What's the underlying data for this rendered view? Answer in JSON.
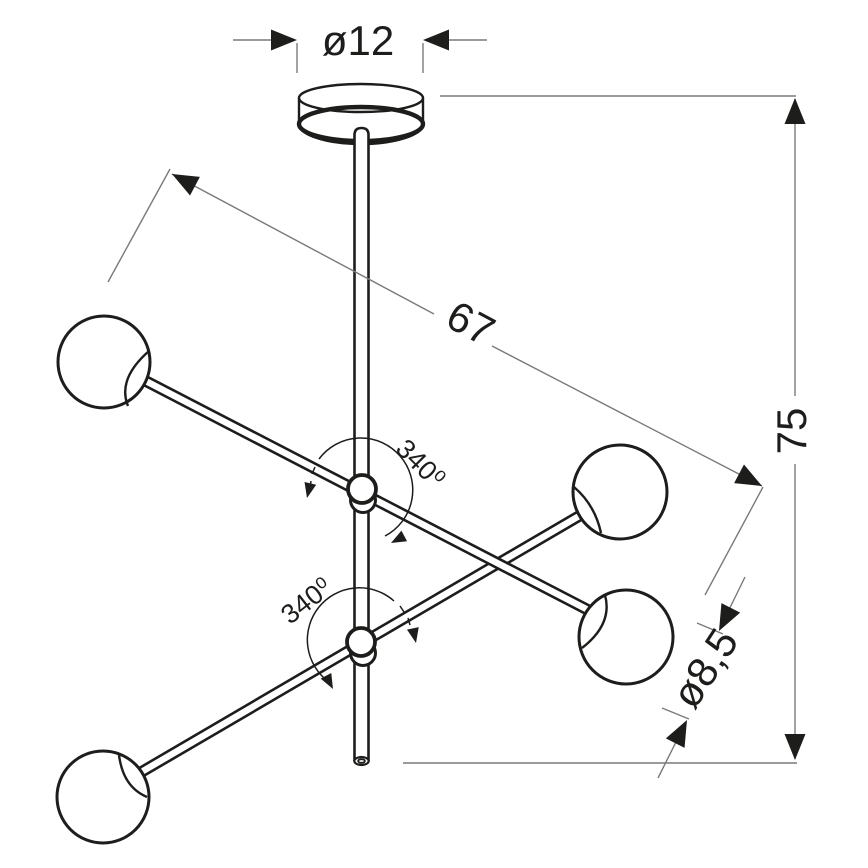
{
  "drawing": {
    "type": "technical-dimension-drawing",
    "subject": "ceiling lamp with vertical stem, two pivoting arms and four globe shades",
    "labels": {
      "canopy_diameter": "ø12",
      "arm_length": "67",
      "total_height": "75",
      "shade_diameter": "ø8,5",
      "upper_rotation": "340⁰",
      "lower_rotation": "340⁰"
    },
    "colors": {
      "ink": "#1d1d1b",
      "dimension_line": "#7a7a78",
      "background": "#ffffff"
    }
  }
}
